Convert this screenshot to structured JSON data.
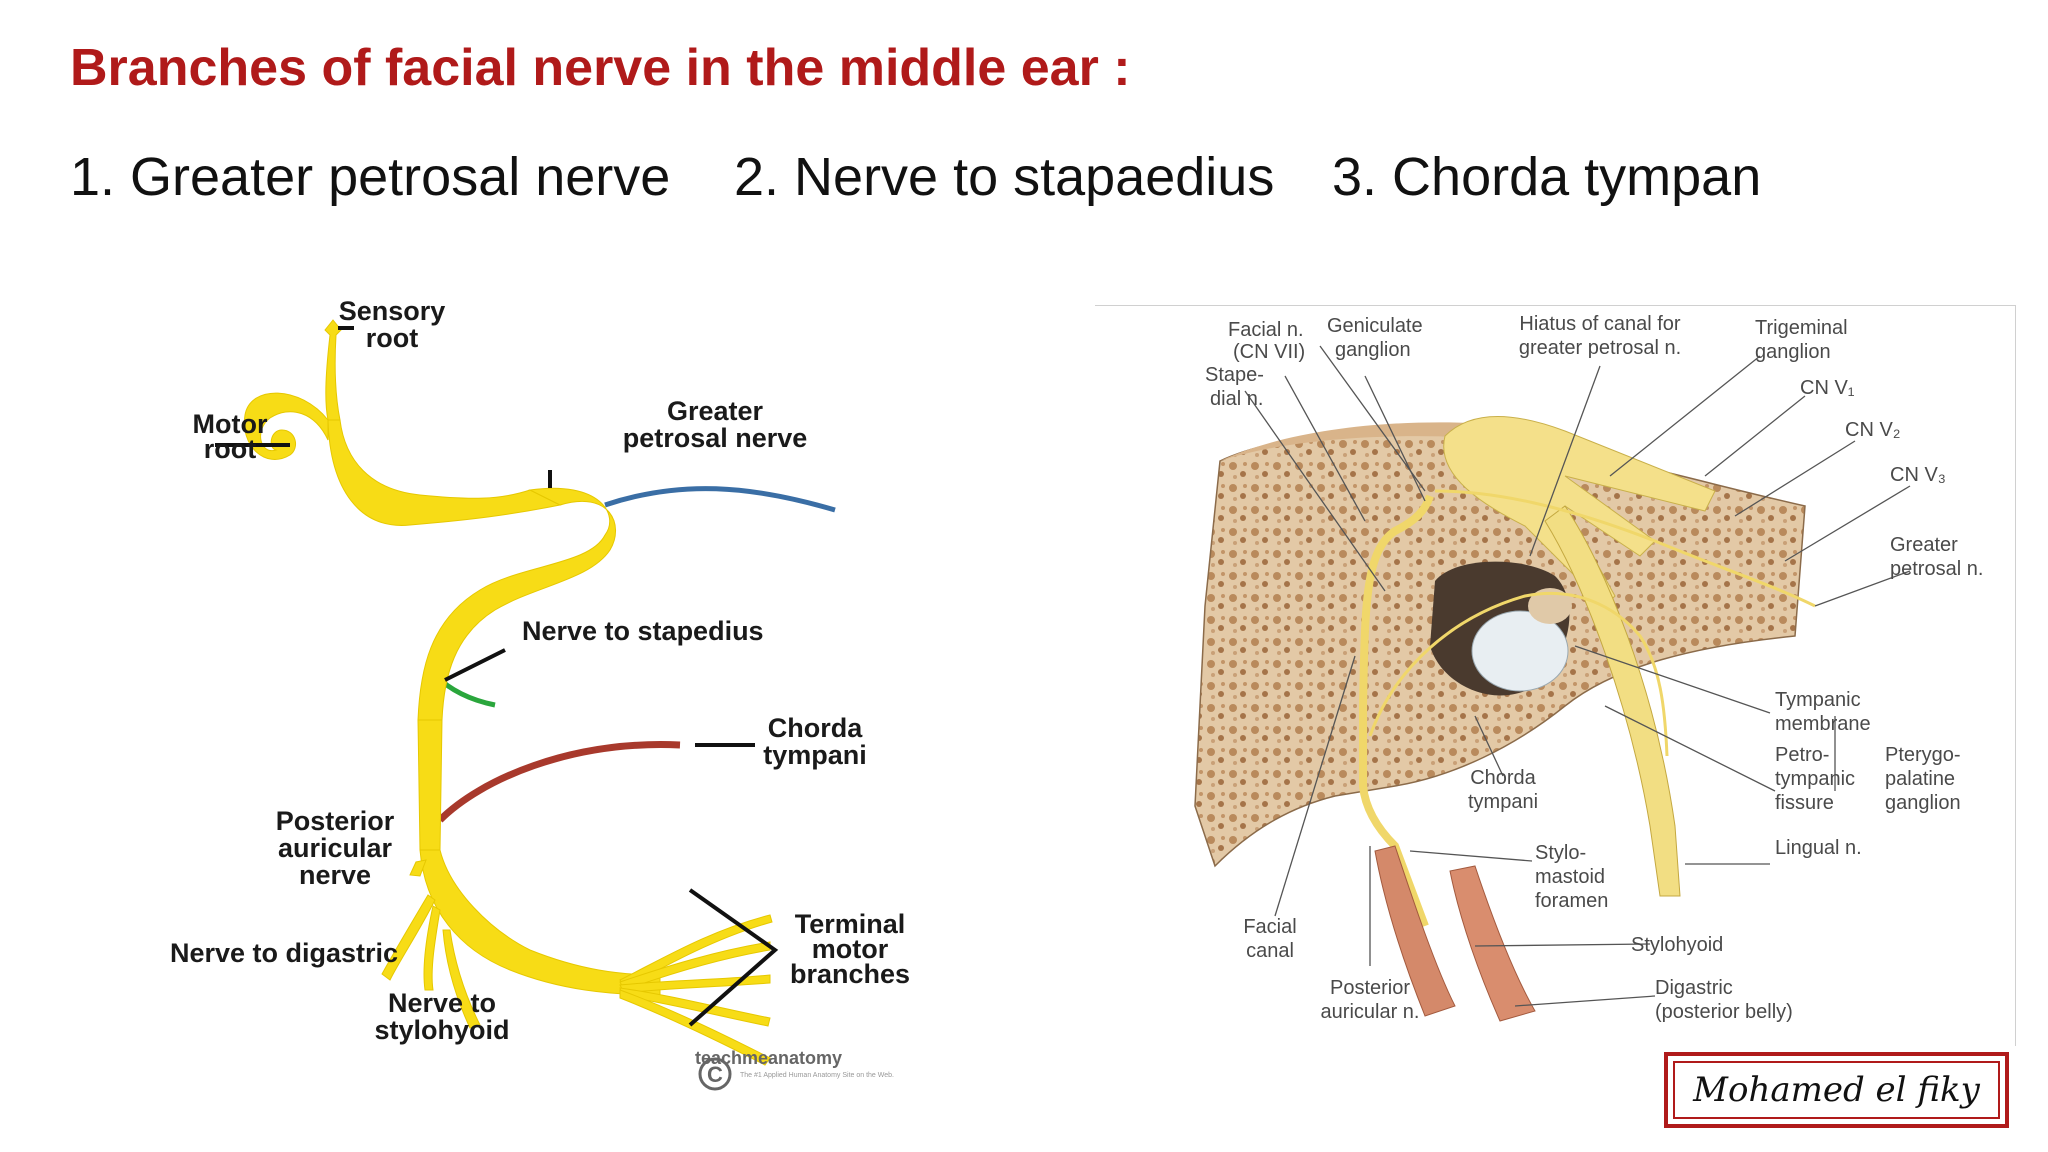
{
  "slide": {
    "title": "Branches of facial nerve in the middle ear :",
    "branches": [
      "1. Greater petrosal nerve",
      "2. Nerve to stapaedius",
      "3. Chorda tympan"
    ]
  },
  "left_diagram": {
    "labels": {
      "sensory_root": [
        "Sensory",
        "root"
      ],
      "motor_root": [
        "Motor",
        "root"
      ],
      "greater_petrosal": [
        "Greater",
        "petrosal nerve"
      ],
      "nerve_to_stapedius": "Nerve to stapedius",
      "chorda_tympani": [
        "Chorda",
        "tympani"
      ],
      "posterior_auricular": [
        "Posterior",
        "auricular",
        "nerve"
      ],
      "nerve_to_digastric": "Nerve to digastric",
      "nerve_to_stylohyoid": [
        "Nerve to",
        "stylohyoid"
      ],
      "terminal_motor": [
        "Terminal",
        "motor",
        "branches"
      ]
    },
    "credit": "teachmeanatomy",
    "credit_tagline": "The #1 Applied Human Anatomy Site on the Web.",
    "colors": {
      "nerve": "#f7dc16",
      "greater_petrosal": "#3a6ea5",
      "stapedius": "#2aa63c",
      "chorda": "#a8392c"
    }
  },
  "right_diagram": {
    "labels": {
      "facial_n": [
        "Facial n.",
        "(CN VII)"
      ],
      "geniculate": [
        "Geniculate",
        "ganglion"
      ],
      "hiatus": [
        "Hiatus of canal for",
        "greater petrosal n."
      ],
      "trigeminal": [
        "Trigeminal",
        "ganglion"
      ],
      "stapedial": [
        "Stape-",
        "dial n."
      ],
      "cn_v1": "CN V₁",
      "cn_v2": "CN V₂",
      "cn_v3": "CN V₃",
      "greater_petrosal": [
        "Greater",
        "petrosal n."
      ],
      "tympanic_membrane": [
        "Tympanic",
        "membrane"
      ],
      "chorda_tympani": [
        "Chorda",
        "tympani"
      ],
      "petrotympanic": [
        "Petro-",
        "tympanic",
        "fissure"
      ],
      "pterygopalatine": [
        "Pterygo-",
        "palatine",
        "ganglion"
      ],
      "lingual": "Lingual n.",
      "stylomastoid": [
        "Stylo-",
        "mastoid",
        "foramen"
      ],
      "facial_canal": [
        "Facial",
        "canal"
      ],
      "stylohyoid": "Stylohyoid",
      "posterior_auricular": [
        "Posterior",
        "auricular n."
      ],
      "digastric": [
        "Digastric",
        "(posterior belly)"
      ]
    }
  },
  "signature": "Mohamed el fiky"
}
